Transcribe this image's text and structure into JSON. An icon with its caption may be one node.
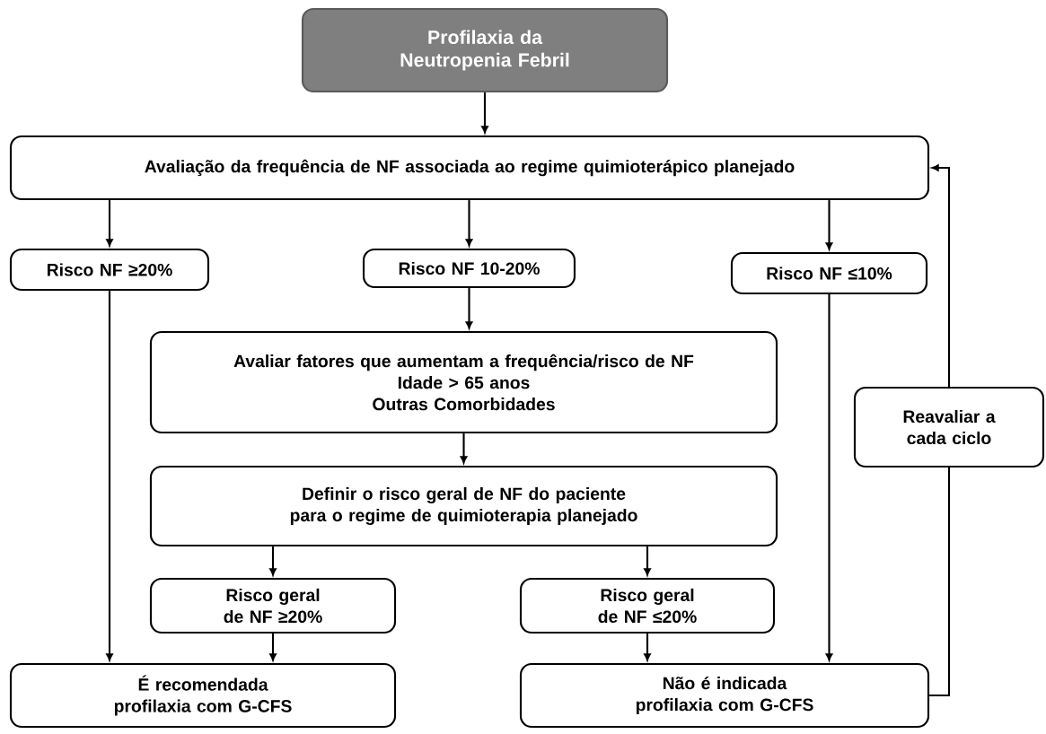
{
  "diagram": {
    "nodes": [
      {
        "text": [
          "Profilaxia da Neutropenia Febril"
        ]
      },
      {
        "text": [
          "Avaliação da frequência de NF associada ao regime quimioterápico planejado"
        ]
      },
      {
        "text": [
          "Risco NF ≥20%"
        ]
      },
      {
        "text": [
          "Risco NF 10-20%"
        ]
      },
      {
        "text": [
          "Risco NF ≤10%"
        ]
      },
      {
        "text": [
          "Avaliar fatores que aumentam a frequência/risco de NF",
          "Idade > 65 anos",
          "Outras Comorbidades"
        ]
      },
      {
        "text": [
          "Definir o risco geral de NF do paciente para o regime de quimioterapia planejado"
        ]
      },
      {
        "text": [
          "Risco geral de NF ≥20%"
        ]
      },
      {
        "text": [
          "Risco geral de NF ≤20%"
        ]
      },
      {
        "text": [
          "É recomendada profilaxia com G-CFS"
        ]
      },
      {
        "text": [
          "Não é indicada profilaxia com G-CFS"
        ]
      },
      {
        "text": [
          "Reavaliar a cada ciclo"
        ]
      }
    ],
    "edges": [
      {
        "from": 0,
        "to": 1,
        "arrow": "to"
      },
      {
        "from": 1,
        "to": 2,
        "arrow": "to"
      },
      {
        "from": 1,
        "to": 3,
        "arrow": "to"
      },
      {
        "from": 1,
        "to": 4,
        "arrow": "to"
      },
      {
        "from": 3,
        "to": 5,
        "arrow": "to"
      },
      {
        "from": 5,
        "to": 6,
        "arrow": "to"
      },
      {
        "from": 6,
        "to": 7,
        "arrow": "to"
      },
      {
        "from": 6,
        "to": 8,
        "arrow": "to"
      },
      {
        "from": 2,
        "to": 9,
        "arrow": "to"
      },
      {
        "from": 7,
        "to": 9,
        "arrow": "to"
      },
      {
        "from": 4,
        "to": 10,
        "arrow": "to"
      },
      {
        "from": 8,
        "to": 10,
        "arrow": "to"
      },
      {
        "from": 10,
        "to": 11,
        "arrow": "none"
      },
      {
        "from": 11,
        "to": 1,
        "arrow": "to"
      }
    ]
  }
}
